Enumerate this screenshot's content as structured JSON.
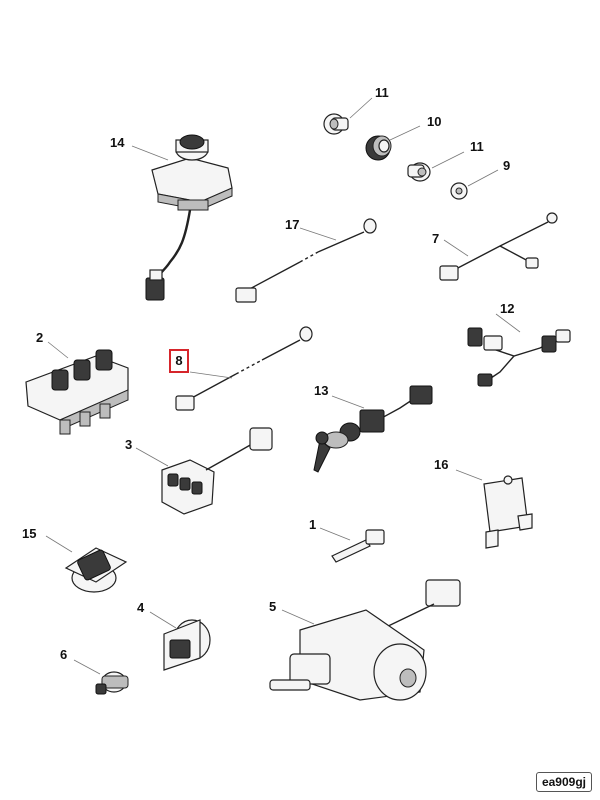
{
  "labels": {
    "p1": "1",
    "p2": "2",
    "p3": "3",
    "p4": "4",
    "p5": "5",
    "p6": "6",
    "p7": "7",
    "p8": "8",
    "p9": "9",
    "p10": "10",
    "p11a": "11",
    "p11b": "11",
    "p12": "12",
    "p13": "13",
    "p14": "14",
    "p15": "15",
    "p16": "16",
    "p17": "17"
  },
  "reference_code": "ea909gj",
  "colors": {
    "highlight": "#d6252b",
    "line": "#222222",
    "leader": "#777777"
  }
}
